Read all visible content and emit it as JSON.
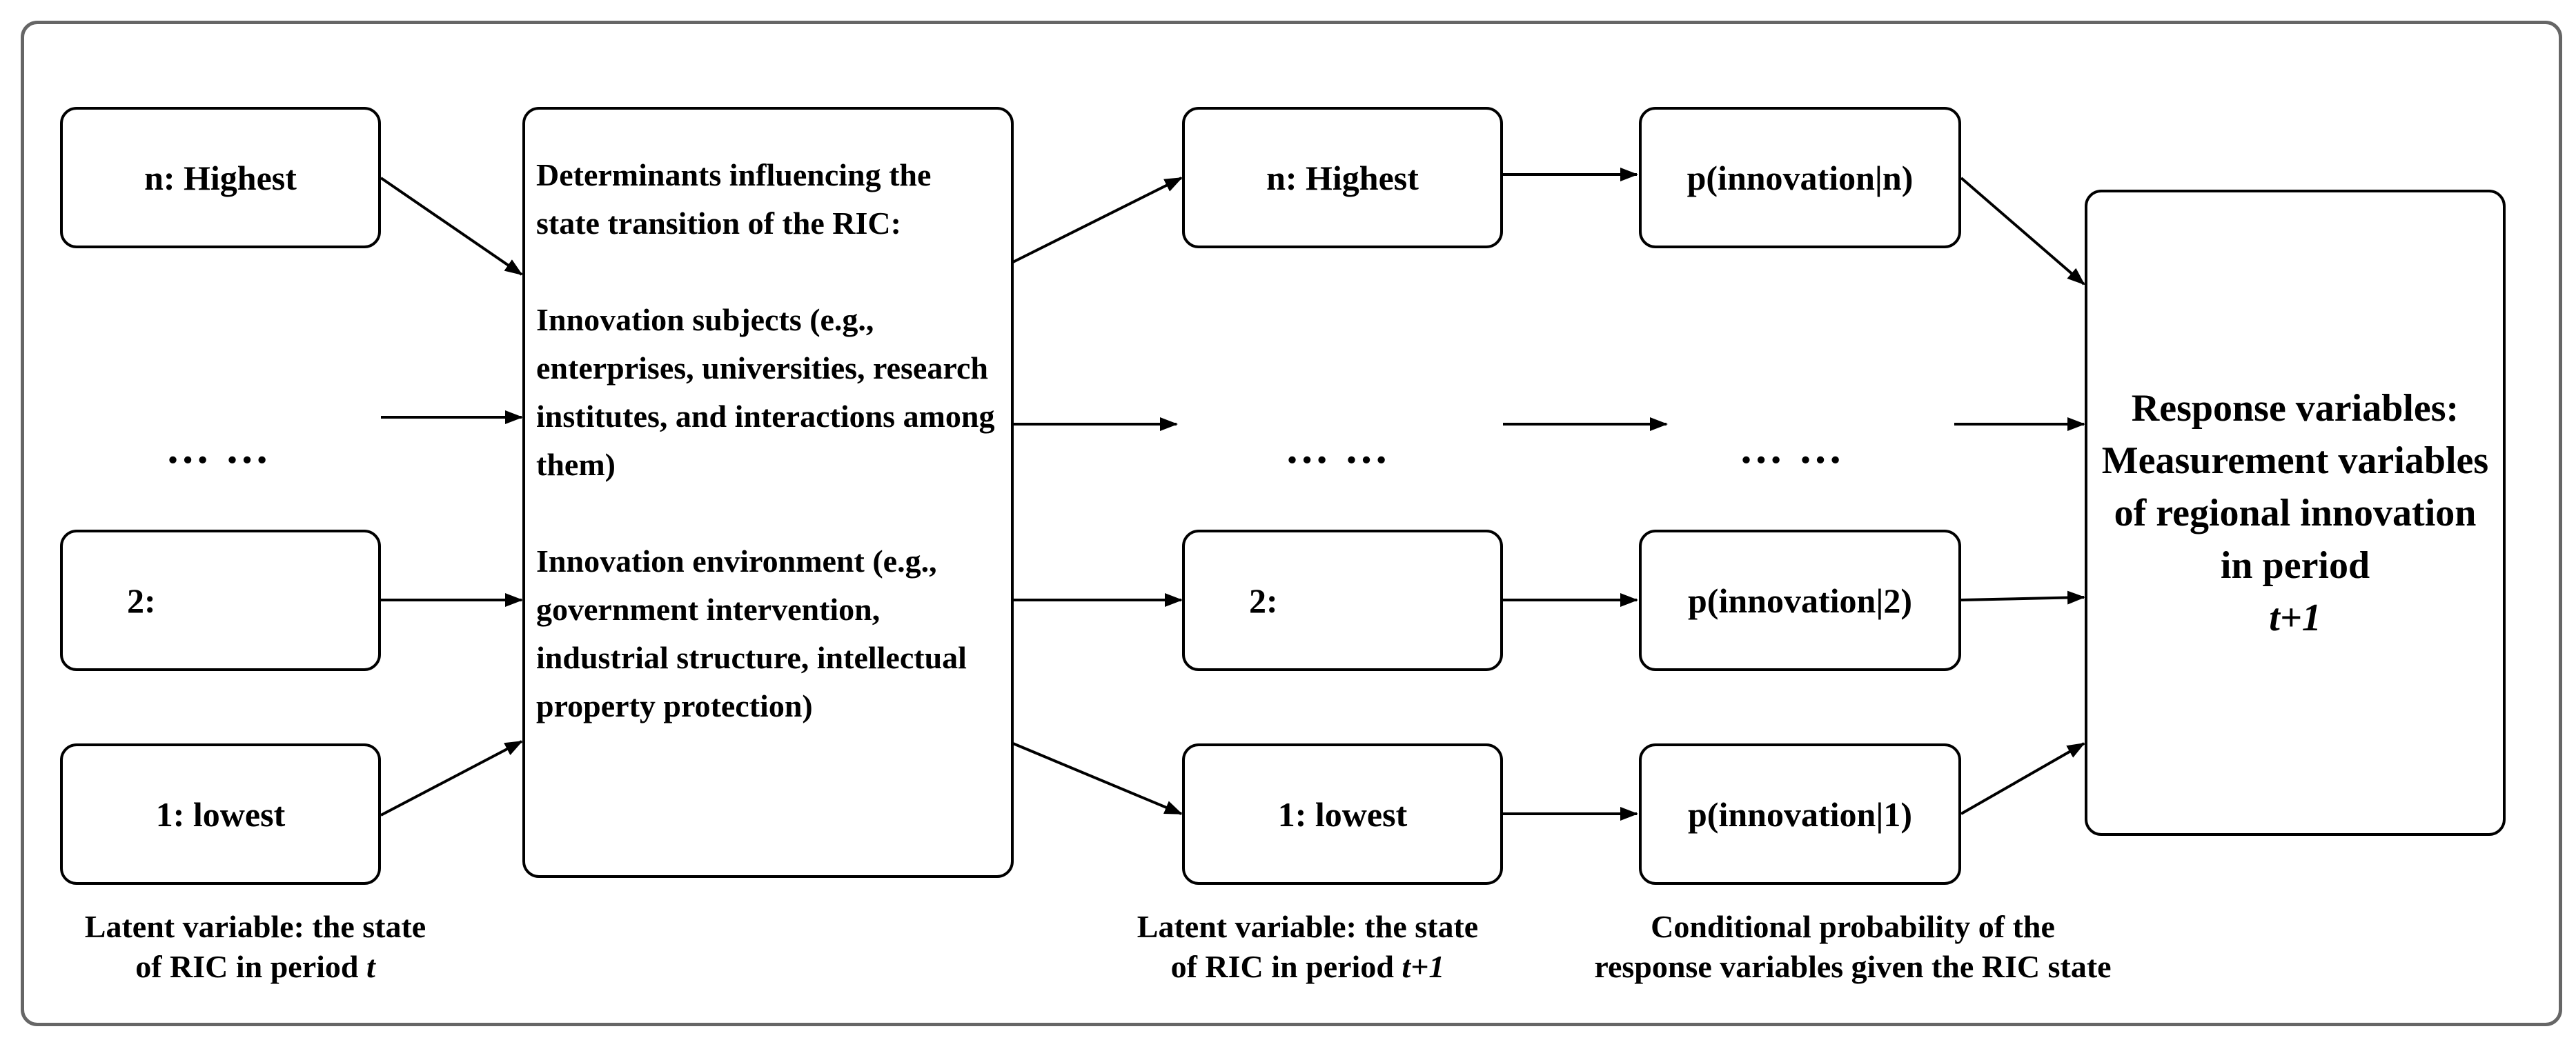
{
  "latent_t": {
    "states": {
      "highest": "n:  Highest",
      "level2": "2:",
      "lowest": "1:  lowest"
    },
    "dots": "… …",
    "caption": {
      "line1": "Latent variable:  the state",
      "line2_prefix": "of  RIC in period ",
      "line2_var": "t"
    }
  },
  "determinants": {
    "heading": "Determinants influencing the state transition of the RIC:",
    "subjects": "Innovation subjects (e.g., enterprises, universities, research institutes, and interactions among them)",
    "environment": "Innovation environment (e.g., government intervention, industrial structure, intellectual property protection)"
  },
  "latent_t1": {
    "states": {
      "highest": "n:  Highest",
      "level2": "2:",
      "lowest": "1:  lowest"
    },
    "dots": "… …",
    "caption": {
      "line1": "Latent variable:  the state",
      "line2_prefix": "of  RIC in period ",
      "line2_var": "t+1"
    }
  },
  "conditional": {
    "p_n": "p(innovation|n)",
    "p_2": "p(innovation|2)",
    "p_1": "p(innovation|1)",
    "dots": "… …",
    "caption": {
      "line1": "Conditional probability of  the",
      "line2": "response variables given the RIC state"
    }
  },
  "response": {
    "text": "Response variables: Measurement variables of regional innovation in period",
    "period": "t+1"
  }
}
